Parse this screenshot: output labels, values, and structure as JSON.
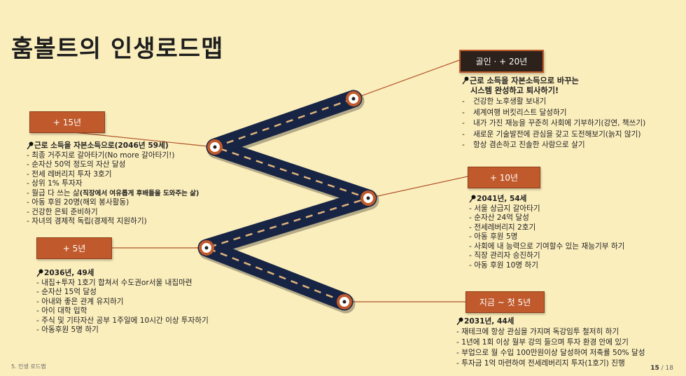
{
  "title": "훔볼트의 인생로드맵",
  "colors": {
    "background": "#fbeebd",
    "box": "#c05a2c",
    "box_dark": "#2c211b",
    "road": "#172444",
    "road_dash": "#e0b47a",
    "connector": "#b0552a"
  },
  "stages": {
    "now": {
      "label": "지금 ~ 첫 5년",
      "heading": "2031년, 44세",
      "items": [
        "재테크에 항상 관심을 가지며 독강임투 철저히 하기",
        "1년에 1회 이상 월부 강의 들으며 투자 환경 안에 있기",
        "부업으로 월 수입 100만원이상 달성하여 저축률 50% 달성",
        "투자금 1억 마련하여 전세레버리지 투자(1호기) 진행"
      ]
    },
    "plus5": {
      "label": "+ 5년",
      "heading": "2036년, 49세",
      "items": [
        "내집+투자 1호기 합쳐서 수도권or서울 내집마련",
        "순자산 15억 달성",
        "아내와 좋은 관계 유지하기",
        "아이 대학 입학",
        "주식 및 기타자산 공부 1주일에 10시간 이상 투자하기",
        "아동후원 5명 하기"
      ]
    },
    "plus10": {
      "label": "+ 10년",
      "heading": "2041년, 54세",
      "items": [
        "서울 상급지 갈아타기",
        "순자산 24억 달성",
        "전세레버리지 2호기",
        "아동 후원 5명",
        "사회에 내 능력으로 기여할수 있는 재능기부 하기",
        "직장 관리자 승진하기",
        "아동 후원 10명 하기"
      ]
    },
    "plus15": {
      "label": "+ 15년",
      "heading": "근로 소득을 자본소득으로(2046년 59세)",
      "items": [
        "최종 거주지로 갈아타기(No more 갈아타기!)",
        "순자산 50억 정도의 자산 달성",
        "전세 레버리지 투자 3호기",
        "상위 1% 투자자",
        "월급 다 쓰는 삶",
        "아동 후원 20명(해외 봉사활동)",
        "건강한 은퇴 준비하기",
        "자녀의 경제적 독립(경제적 지원하기)"
      ],
      "item_note": "(직장에서 여유롭게 후배들을 도와주는 삶)"
    },
    "plus20": {
      "label": "골인 · + 20년",
      "heading_line1": "근로 소득을 자본소득으로 바꾸는",
      "heading_line2": "시스템 완성하고 퇴사하기!",
      "items": [
        "건강한 노후생활 보내기",
        "세계여행 버킷리스트 달성하기",
        "내가 가진 재능을 꾸준히 사회에 기부하기(강연, 책쓰기)",
        "새로운 기술발전에 관심을 갖고 도전해보기(늙지 않기)",
        "항상 겸손하고 진솔한 사람으로 살기"
      ]
    }
  },
  "footer": {
    "section": "5. 인생 로드맵",
    "page_current": "15",
    "page_separator": "/",
    "page_total": "18"
  }
}
